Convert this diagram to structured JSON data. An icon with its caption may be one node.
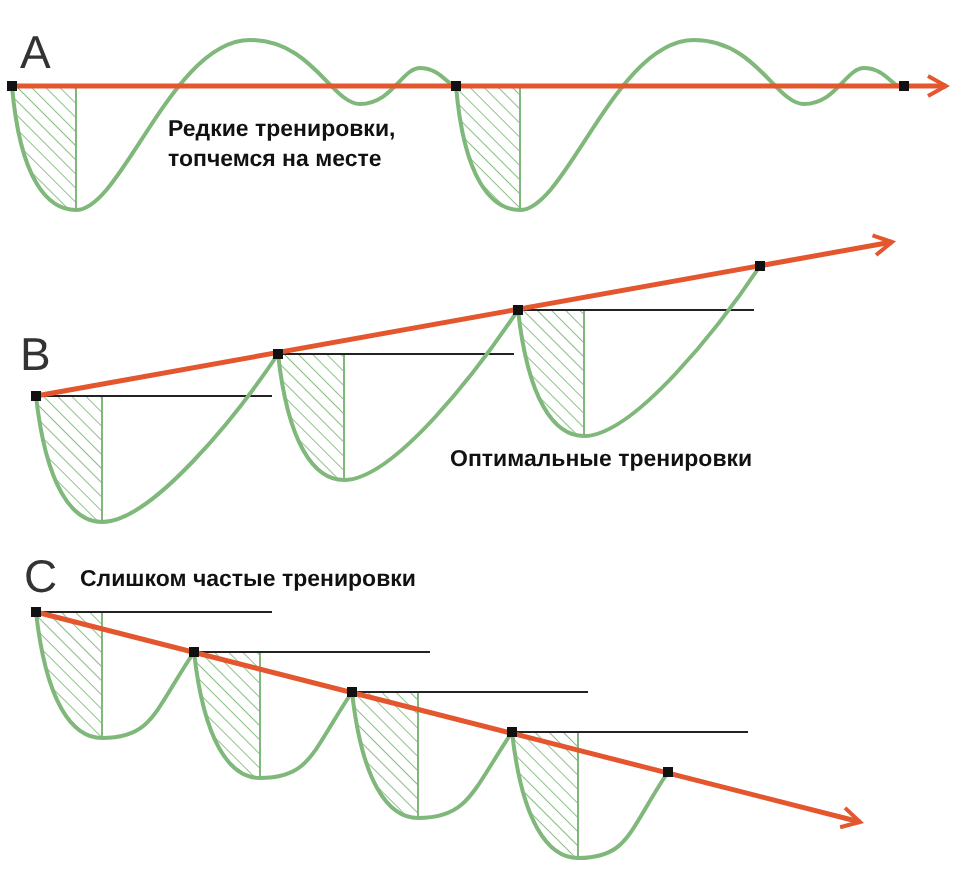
{
  "diagram": {
    "labels": [
      "A",
      "Редкие тренировки, топчемся на месте",
      "B",
      "Оптимальные тренировки",
      "C",
      "Слишком частые тренировки"
    ]
  }
}
